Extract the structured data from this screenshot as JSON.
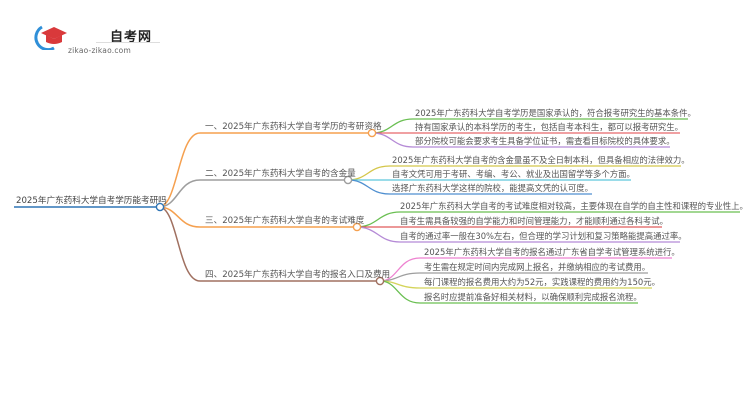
{
  "logo": {
    "title": "自考网",
    "url": "zikao-zikao.com",
    "icon": "graduation-cap-icon"
  },
  "mindmap": {
    "root": {
      "label": "2025年广东药科大学自考学历能考研吗",
      "color": "#2f75b5"
    },
    "branches": [
      {
        "label": "一、2025年广东药科大学自考学历的考研资格",
        "color": "#f5a04f",
        "children": [
          {
            "label": "2025年广东药科大学自考学历是国家承认的，符合报考研究生的基本条件。",
            "color": "#6abf52"
          },
          {
            "label": "持有国家承认的本科学历的考生，包括自考本科生，都可以报考研究生。",
            "color": "#e8676b"
          },
          {
            "label": "部分院校可能会要求考生具备学位证书，需查看目标院校的具体要求。",
            "color": "#b58ad6"
          }
        ]
      },
      {
        "label": "二、2025年广东药科大学自考的含金量",
        "color": "#9e9e9e",
        "children": [
          {
            "label": "2025年广东药科大学自考的含金量虽不及全日制本科，但具备相应的法律效力。",
            "color": "#d4c64a"
          },
          {
            "label": "自考文凭可用于考研、考编、考公、就业及出国留学等多个方面。",
            "color": "#5ec8dc"
          },
          {
            "label": "选择广东药科大学这样的院校，能提高文凭的认可度。",
            "color": "#4f8fd0"
          }
        ]
      },
      {
        "label": "三、2025年广东药科大学自考的考试难度",
        "color": "#f5a04f",
        "children": [
          {
            "label": "2025年广东药科大学自考的考试难度相对较高，主要体现在自学的自主性和课程的专业性上。",
            "color": "#6abf52"
          },
          {
            "label": "自考生需具备较强的自学能力和时间管理能力，才能顺利通过各科考试。",
            "color": "#e05a5a"
          },
          {
            "label": "自考的通过率一般在30%左右，但合理的学习计划和复习策略能提高通过率。",
            "color": "#b58ad6"
          }
        ]
      },
      {
        "label": "四、2025年广东药科大学自考的报名入口及费用",
        "color": "#a07060",
        "children": [
          {
            "label": "2025年广东药科大学自考的报名通过广东省自学考试管理系统进行。",
            "color": "#ee82d0"
          },
          {
            "label": "考生需在规定时间内完成网上报名，并缴纳相应的考试费用。",
            "color": "#9e9e9e"
          },
          {
            "label": "每门课程的报名费用大约为52元，实践课程的费用约为150元。",
            "color": "#d4d45a"
          },
          {
            "label": "报名时应提前准备好相关材料，以确保顺利完成报名流程。",
            "color": "#6abf52"
          }
        ]
      }
    ]
  }
}
